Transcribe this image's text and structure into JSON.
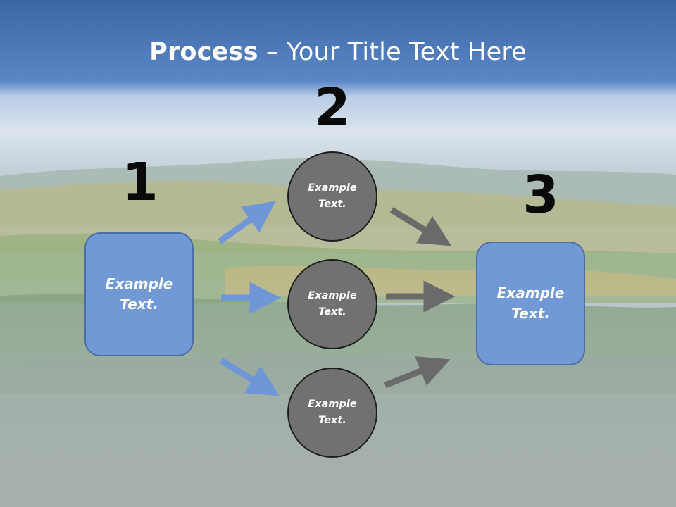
{
  "title": {
    "bold": "Process",
    "rest": " – Your Title Text Here"
  },
  "steps": {
    "one": "1",
    "two": "2",
    "three": "3"
  },
  "left_box": {
    "label": "Example Text."
  },
  "right_box": {
    "label": "Example Text."
  },
  "circles": [
    {
      "label": "Example Text."
    },
    {
      "label": "Example Text."
    },
    {
      "label": "Example Text."
    }
  ],
  "colors": {
    "box_fill": "#7199d6",
    "circle_fill": "#717171",
    "blue_arrow": "#6f96d6",
    "gray_arrow": "#6a6a6a"
  }
}
